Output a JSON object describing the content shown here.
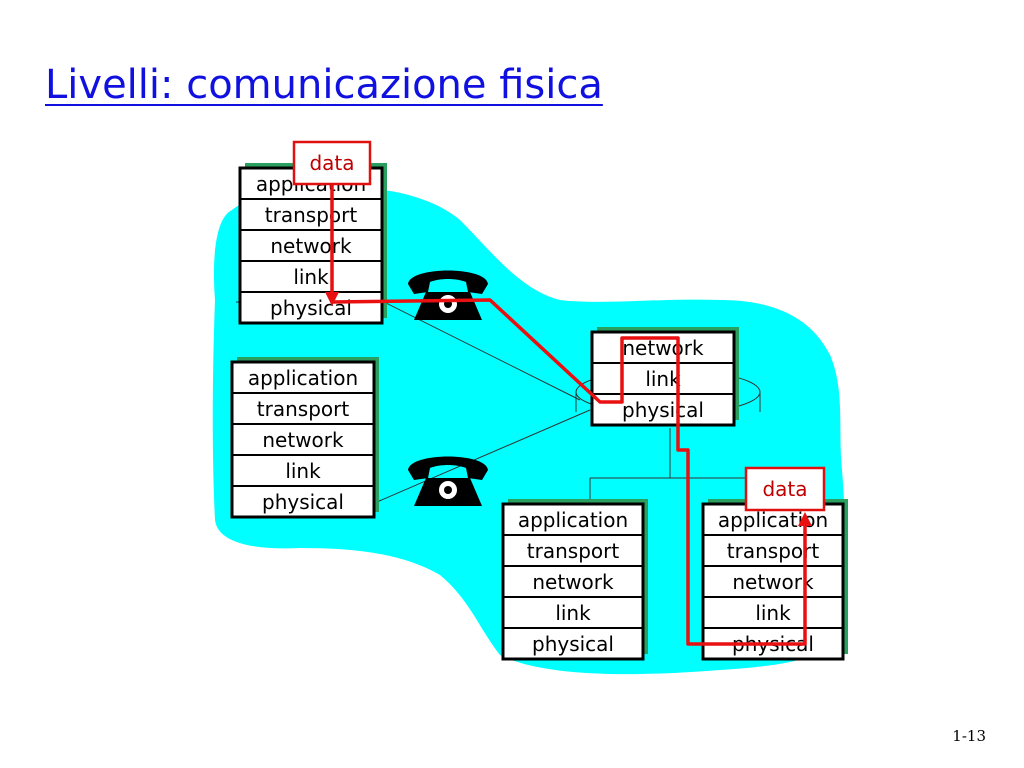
{
  "slide": {
    "title": "Livelli: comunicazione fisica",
    "number": "1-13"
  },
  "colors": {
    "title": "#1010e0",
    "cloud": "#00ffff",
    "stack_shadow": "#2aa060",
    "flow": "#e81010"
  },
  "stacks": {
    "host_top_left": {
      "layers": [
        "application",
        "transport",
        "network",
        "link",
        "physical"
      ]
    },
    "host_mid_left": {
      "layers": [
        "application",
        "transport",
        "network",
        "link",
        "physical"
      ]
    },
    "router": {
      "layers": [
        "network",
        "link",
        "physical"
      ]
    },
    "host_bottom_center": {
      "layers": [
        "application",
        "transport",
        "network",
        "link",
        "physical"
      ]
    },
    "host_bottom_right": {
      "layers": [
        "application",
        "transport",
        "network",
        "link",
        "physical"
      ]
    }
  },
  "data_labels": {
    "source": "data",
    "destination": "data"
  },
  "icons": {
    "phone_top": "telephone-icon",
    "phone_bottom": "telephone-icon"
  }
}
